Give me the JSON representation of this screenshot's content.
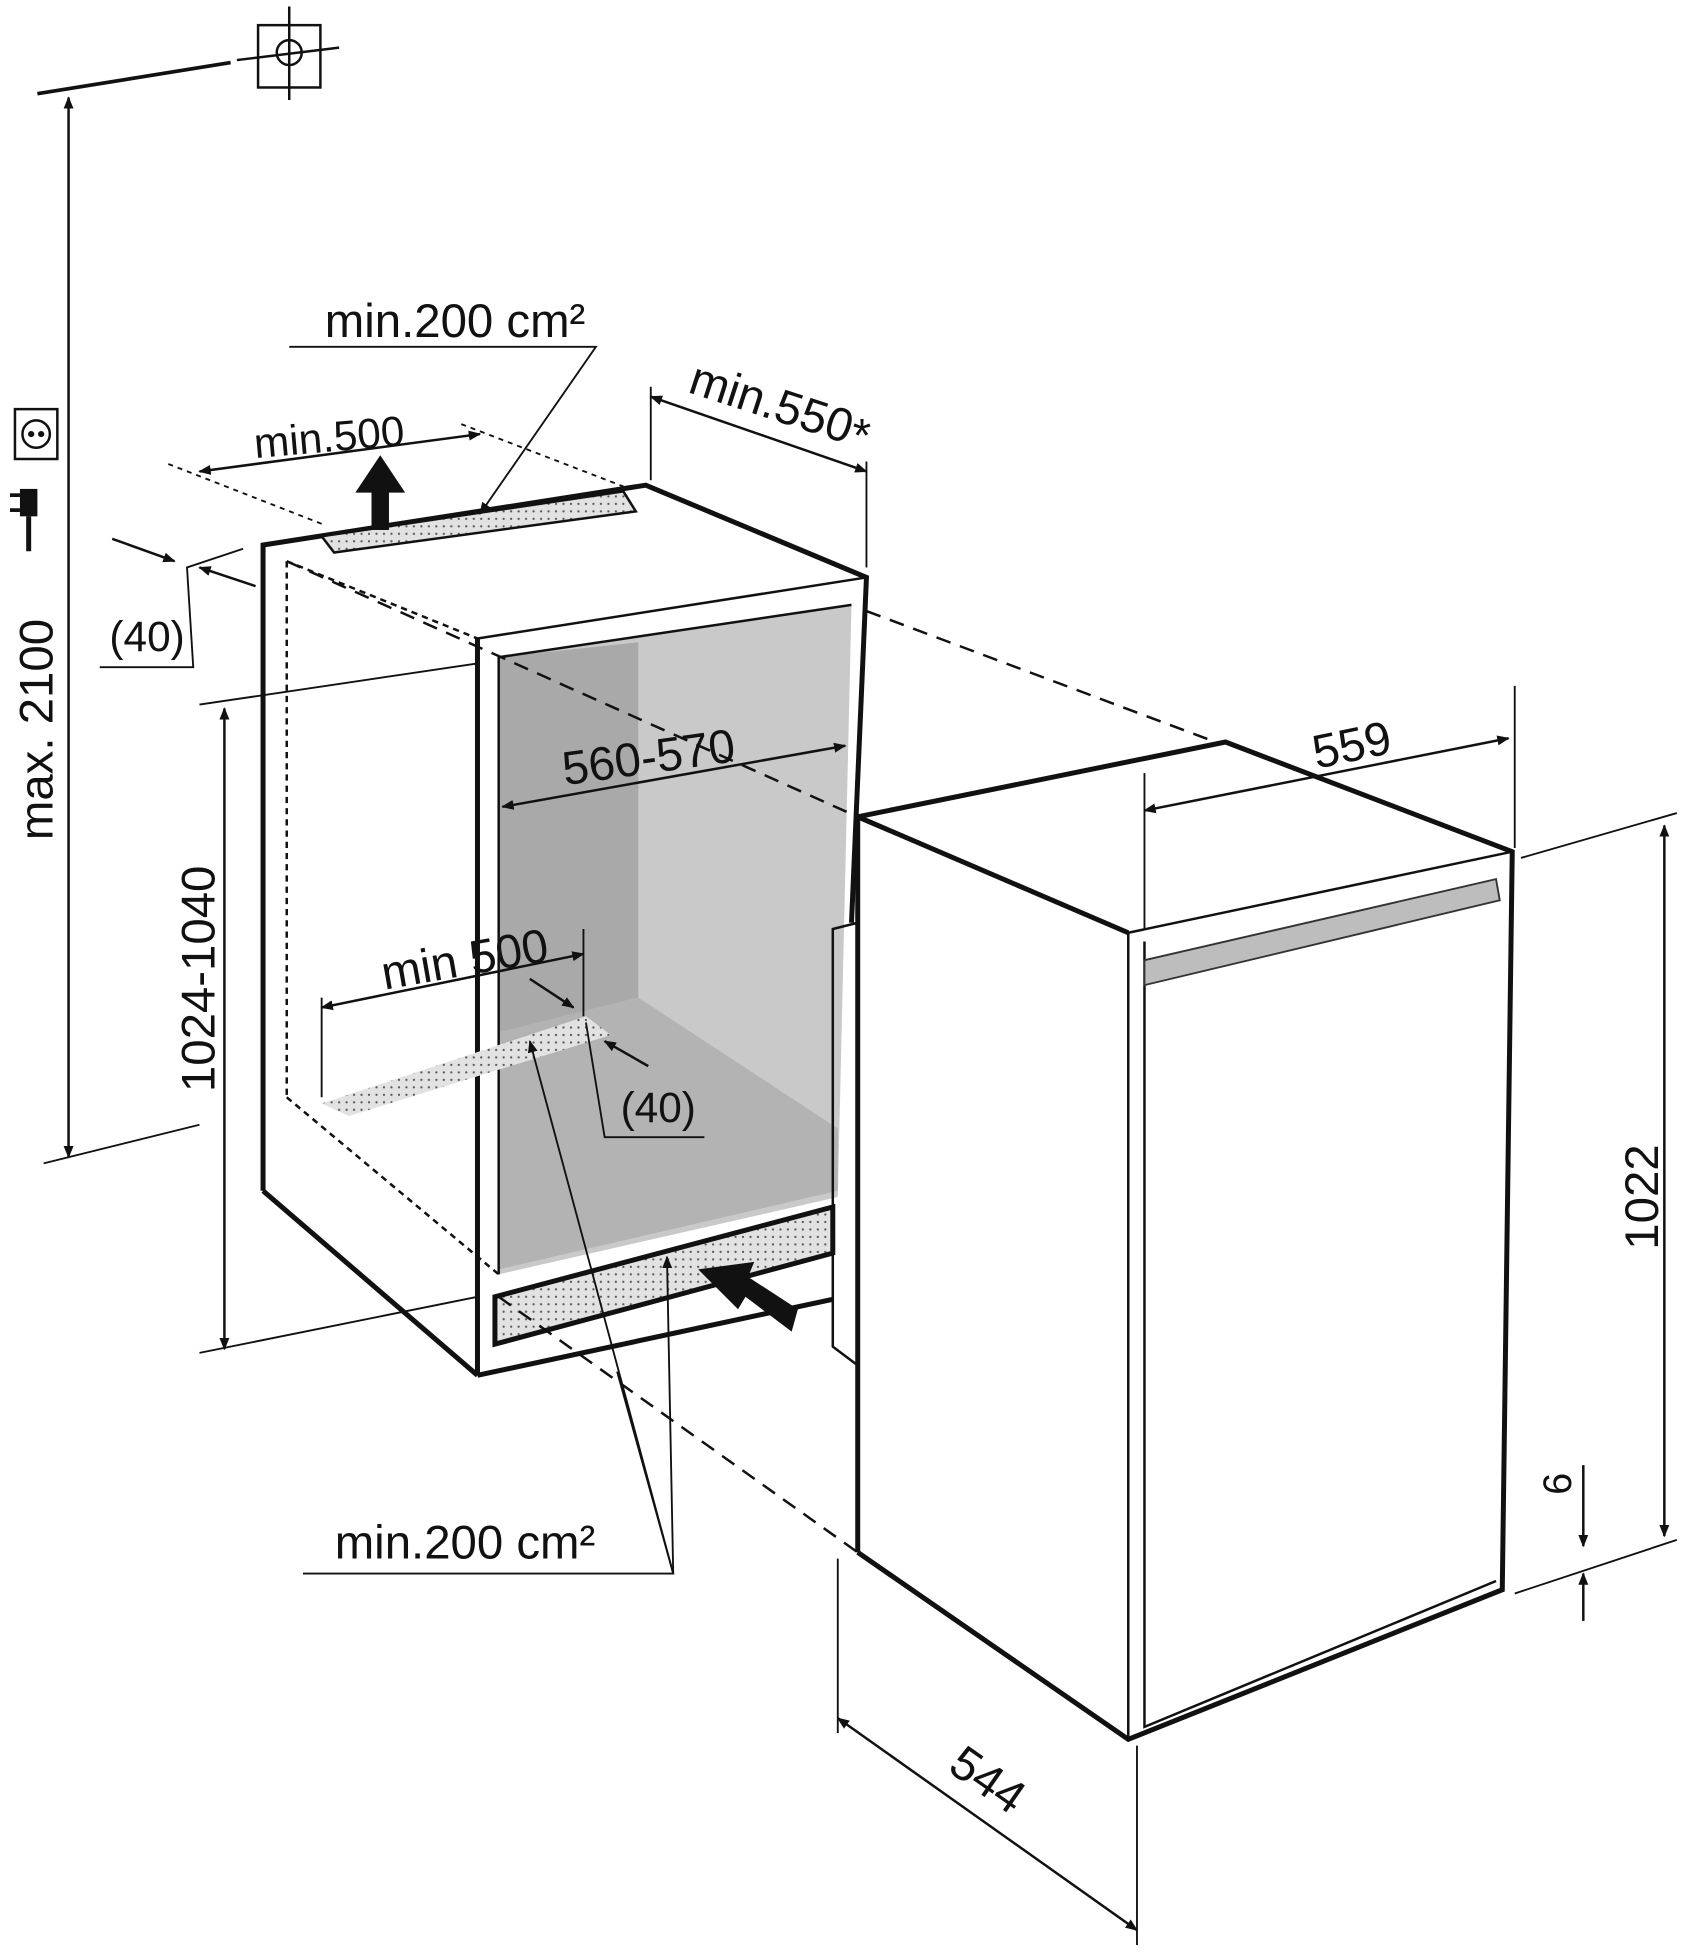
{
  "labels": {
    "max_height": "max. 2100",
    "niche_height": "1024-1040",
    "niche_width": "560-570",
    "niche_depth": "min.550",
    "niche_depth_note": "*",
    "top_vent_area": "min.200 cm²",
    "top_vent_width": "min.500",
    "top_gap": "(40)",
    "bottom_vent_width": "min 500",
    "bottom_gap": "(40)",
    "bottom_vent_area": "min.200 cm²",
    "appliance_width": "559",
    "appliance_depth": "544",
    "appliance_height": "1022",
    "plinth_gap": "6"
  },
  "icons": [
    "wall-connection-icon",
    "socket-icon",
    "plug-icon"
  ],
  "colors": {
    "line": "#111111",
    "interior": "#c9c9c9",
    "interior_dark": "#a9a9a9",
    "floor": "#b3b3b3",
    "vent": "#d8d8d8"
  }
}
